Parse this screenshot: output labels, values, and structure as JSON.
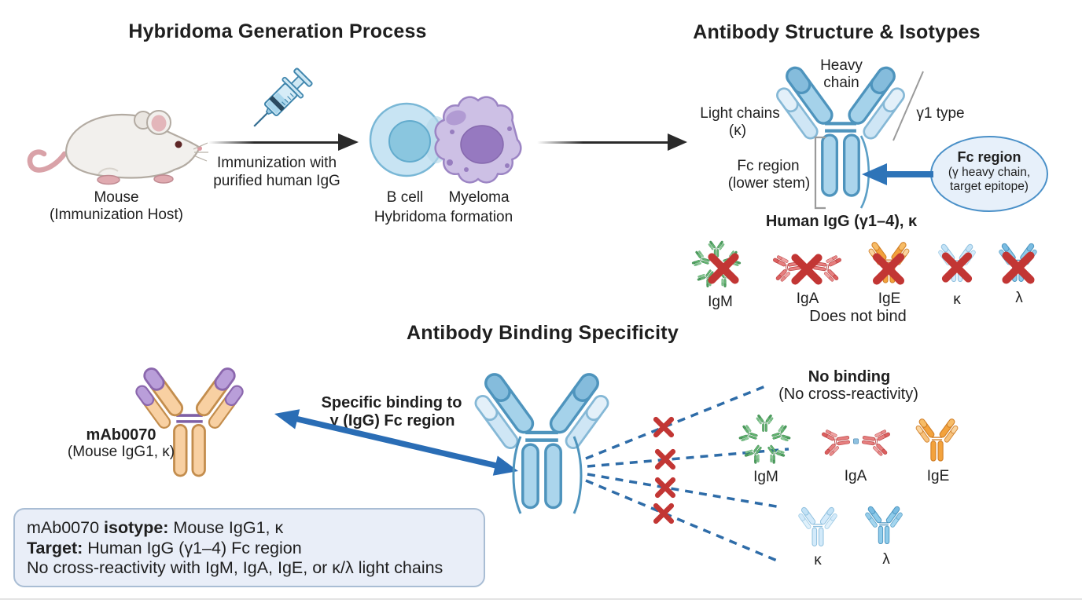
{
  "hybridoma": {
    "title": "Hybridoma Generation Process",
    "mouse_label": "Mouse",
    "mouse_sublabel": "(Immunization Host)",
    "immunization_line1": "Immunization with",
    "immunization_line2": "purified human IgG",
    "bcell_label": "B cell",
    "myeloma_label": "Myeloma",
    "fusion_label": "Hybridoma formation"
  },
  "structure": {
    "title": "Antibody Structure & Isotypes",
    "heavy_chain_line1": "Heavy",
    "heavy_chain_line2": "chain",
    "light_chains_line1": "Light chains",
    "light_chains_line2": "(κ)",
    "gamma_type": "γ1 type",
    "fc_line1": "Fc region",
    "fc_line2": "(lower stem)",
    "callout": {
      "title": "Fc region",
      "line1": "(γ heavy chain,",
      "line2": "target epitope)"
    },
    "caption": "Human IgG (γ1–4), κ",
    "isotype_labels": [
      "IgM",
      "IgA",
      "IgE",
      "κ",
      "λ"
    ],
    "does_not_bind": "Does not bind"
  },
  "binding": {
    "title": "Antibody Binding Specificity",
    "mab_name": "mAb0070",
    "mab_sub": "(Mouse IgG1, κ)",
    "specific_line1": "Specific binding to",
    "specific_line2": "γ (IgG) Fc region",
    "no_binding_line1": "No binding",
    "no_binding_line2": "(No cross-reactivity)",
    "isotype_labels_row1": [
      "IgM",
      "IgA",
      "IgE"
    ],
    "isotype_labels_row2": [
      "κ",
      "λ"
    ]
  },
  "infobox": {
    "line1_pre": "mAb0070 ",
    "line1_bold": "isotype:",
    "line1_post": " Mouse IgG1, κ",
    "line2_bold": "Target:",
    "line2_post": " Human IgG (γ1–4) Fc region",
    "line3": "No cross-reactivity with IgM, IgA, IgE, or κ/λ light chains"
  },
  "icons": {
    "mouse": "cartoon lab mouse",
    "syringe": "injection syringe",
    "fusion_cells": "B cell fused with myeloma cell",
    "igg_antibody": "Y-shaped IgG antibody",
    "igm_pentamer": "IgM pentamer",
    "iga_dimer": "IgA dimer",
    "x_mark": "red cross (no binding)",
    "dashed_lines": "no-binding dashed connectors"
  },
  "colors": {
    "blue_antibody": "#9ecfe9",
    "blue_accent": "#2e74b8",
    "red_x": "#c23634",
    "igm_green": "#4d9e5d",
    "iga_red": "#dc5f5f",
    "ige_orange": "#f3a23c",
    "mab_orange": "#f8d0a2",
    "mab_purple": "#b99ed9",
    "infobox_bg": "#e9eef8",
    "callout_bg": "#e7f0fa",
    "arrow_black": "#2a2a2a"
  }
}
